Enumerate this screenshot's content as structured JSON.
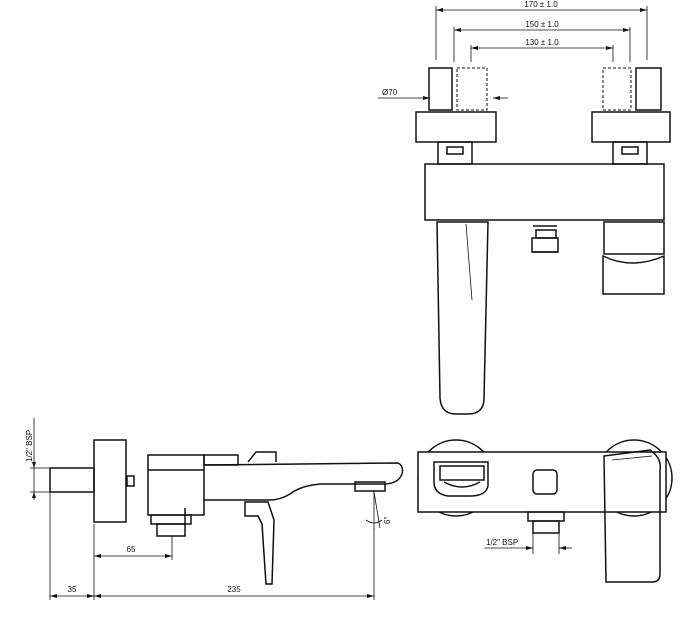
{
  "drawing": {
    "top_view": {
      "dim_outer": "170 ± 1.0",
      "dim_middle": "150 ± 1.0",
      "dim_inner": "130 ± 1.0",
      "dim_diameter": "Ø70"
    },
    "side_view": {
      "dim_thread": "1/2\" BSP",
      "dim_spout_offset": "65",
      "dim_wall": "35",
      "dim_total": "235",
      "dim_angle": "6°"
    },
    "front_view": {
      "dim_thread": "1/2\" BSP"
    }
  }
}
